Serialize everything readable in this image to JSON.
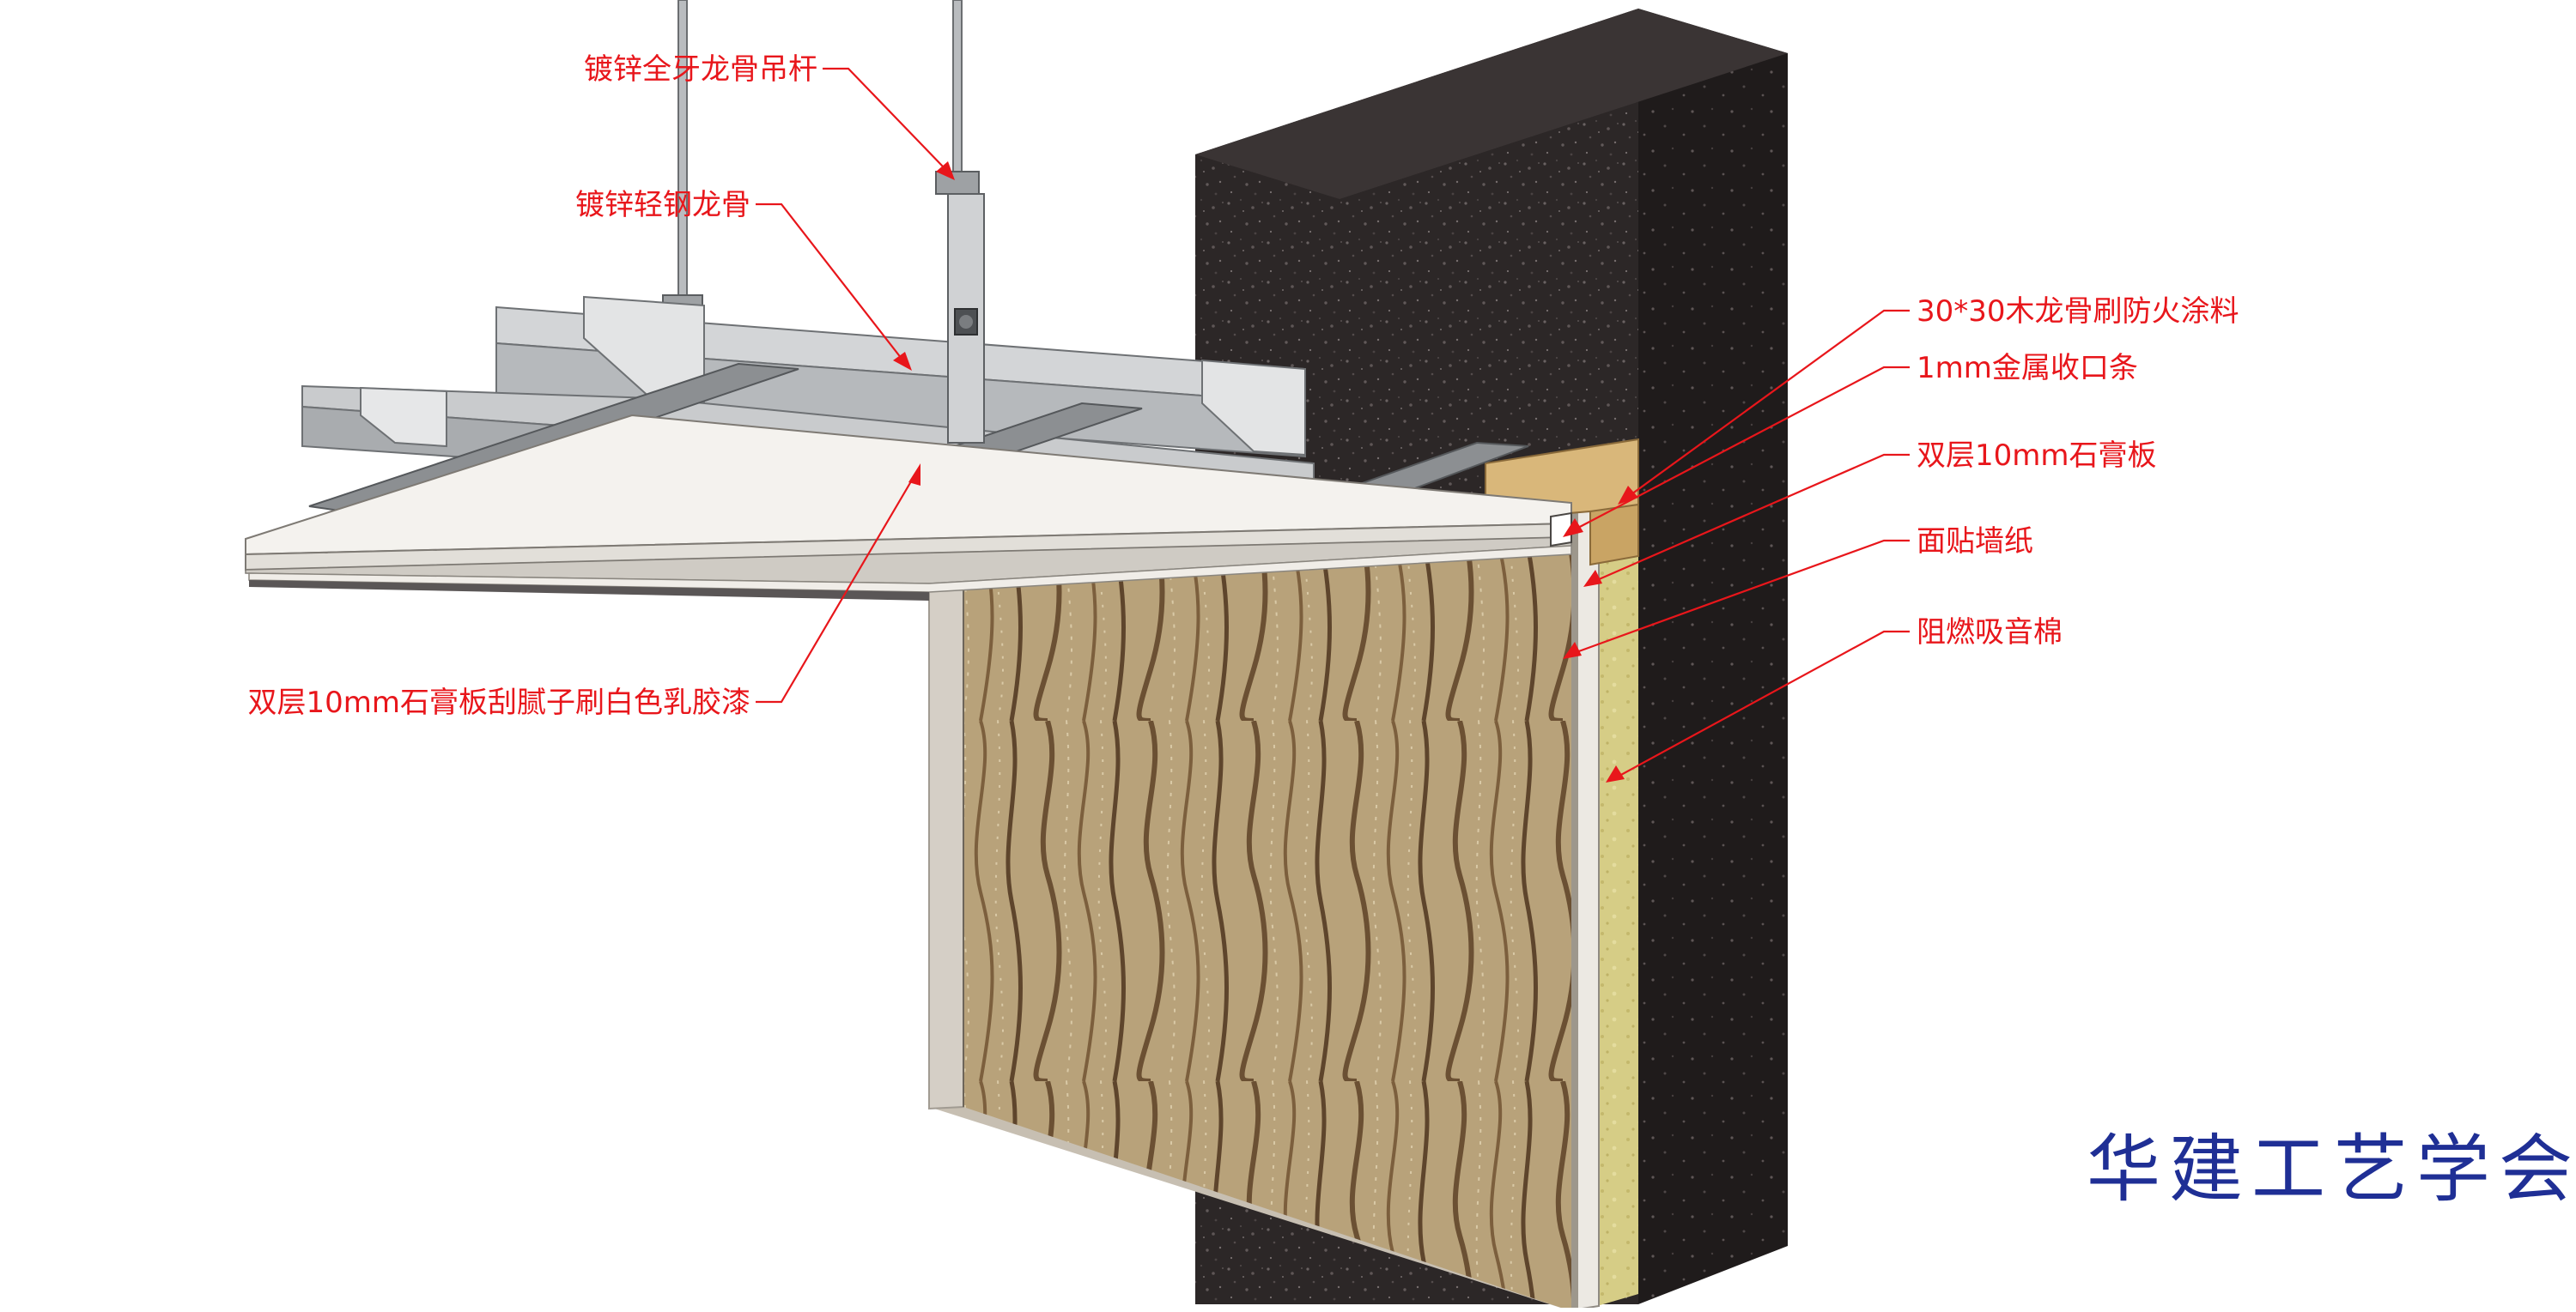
{
  "labels": {
    "hanger_rod": "镀锌全牙龙骨吊杆",
    "light_steel_keel": "镀锌轻钢龙骨",
    "ceiling_board": "双层10mm石膏板刮腻子刷白色乳胶漆",
    "wood_keel": "30*30木龙骨刷防火涂料",
    "metal_trim": "1mm金属收口条",
    "wall_board": "双层10mm石膏板",
    "wallpaper": "面贴墙纸",
    "insulation": "阻燃吸音棉"
  },
  "watermark": "华建工艺学会",
  "colors": {
    "callout": "#e8161b",
    "watermark": "#1f2f95",
    "concrete": "#2b2626",
    "wallpaper": "#b8a27a",
    "steel": "#c4c6c8",
    "gypsum_core": "#5a5656",
    "wood": "#d9b77a",
    "insulation": "#d8cf8a"
  }
}
